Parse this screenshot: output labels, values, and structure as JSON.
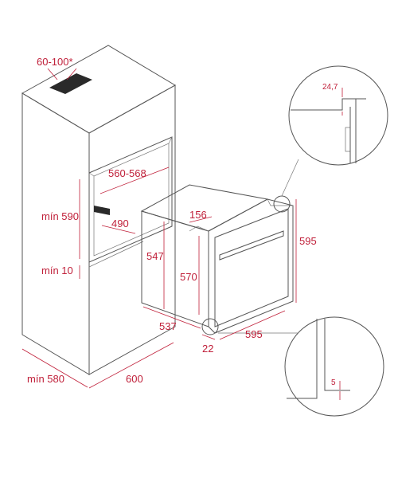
{
  "labels": {
    "ventilation": "60-100*",
    "niche_width": "560-568",
    "min_590": "mín 590",
    "depth_490": "490",
    "min_10": "mín 10",
    "cabinet_depth": "mín 580",
    "cabinet_width": "600",
    "oven_top_156": "156",
    "oven_depth_547": "547",
    "oven_height_570": "570",
    "oven_height_595": "595",
    "oven_depth_537": "537",
    "oven_width_595": "595",
    "oven_front_22": "22",
    "detail_top": "24,7",
    "detail_bottom": "5"
  },
  "colors": {
    "dimension": "#c0203a",
    "outline": "#555555"
  }
}
